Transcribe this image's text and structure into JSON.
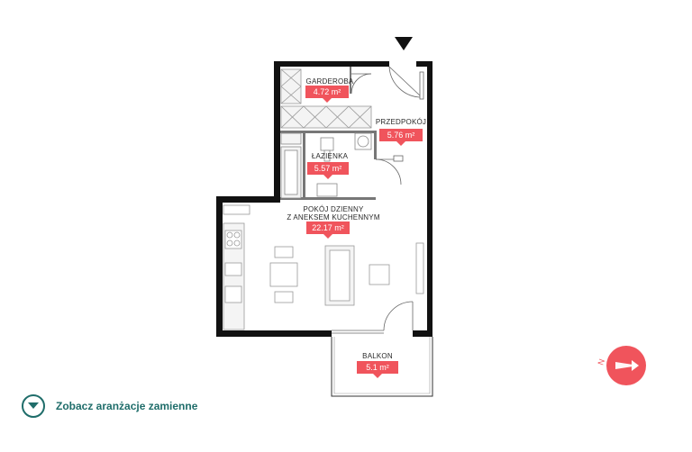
{
  "rooms": {
    "garderoba": {
      "name": "GARDEROBA",
      "area": "4.72 m²"
    },
    "przedpokoj": {
      "name": "PRZEDPOKÓJ",
      "area": "5.76 m²"
    },
    "lazienka": {
      "name": "ŁAZIENKA",
      "area": "5.57 m²"
    },
    "pokoj": {
      "name_line1": "POKÓJ DZIENNY",
      "name_line2": "Z ANEKSEM KUCHENNYM",
      "area": "22.17 m²"
    },
    "balkon": {
      "name": "BALKON",
      "area": "5.1  m²"
    }
  },
  "alt_link": {
    "label": "Zobacz aranżacje zamienne",
    "icon": "chevron-down-icon"
  },
  "compass": {
    "label": "N",
    "icon": "compass-icon"
  },
  "entrance": {
    "icon": "entrance-arrow-icon"
  },
  "colors": {
    "accent": "#f0545c",
    "link": "#1f6d6a",
    "wall": "#111111"
  }
}
